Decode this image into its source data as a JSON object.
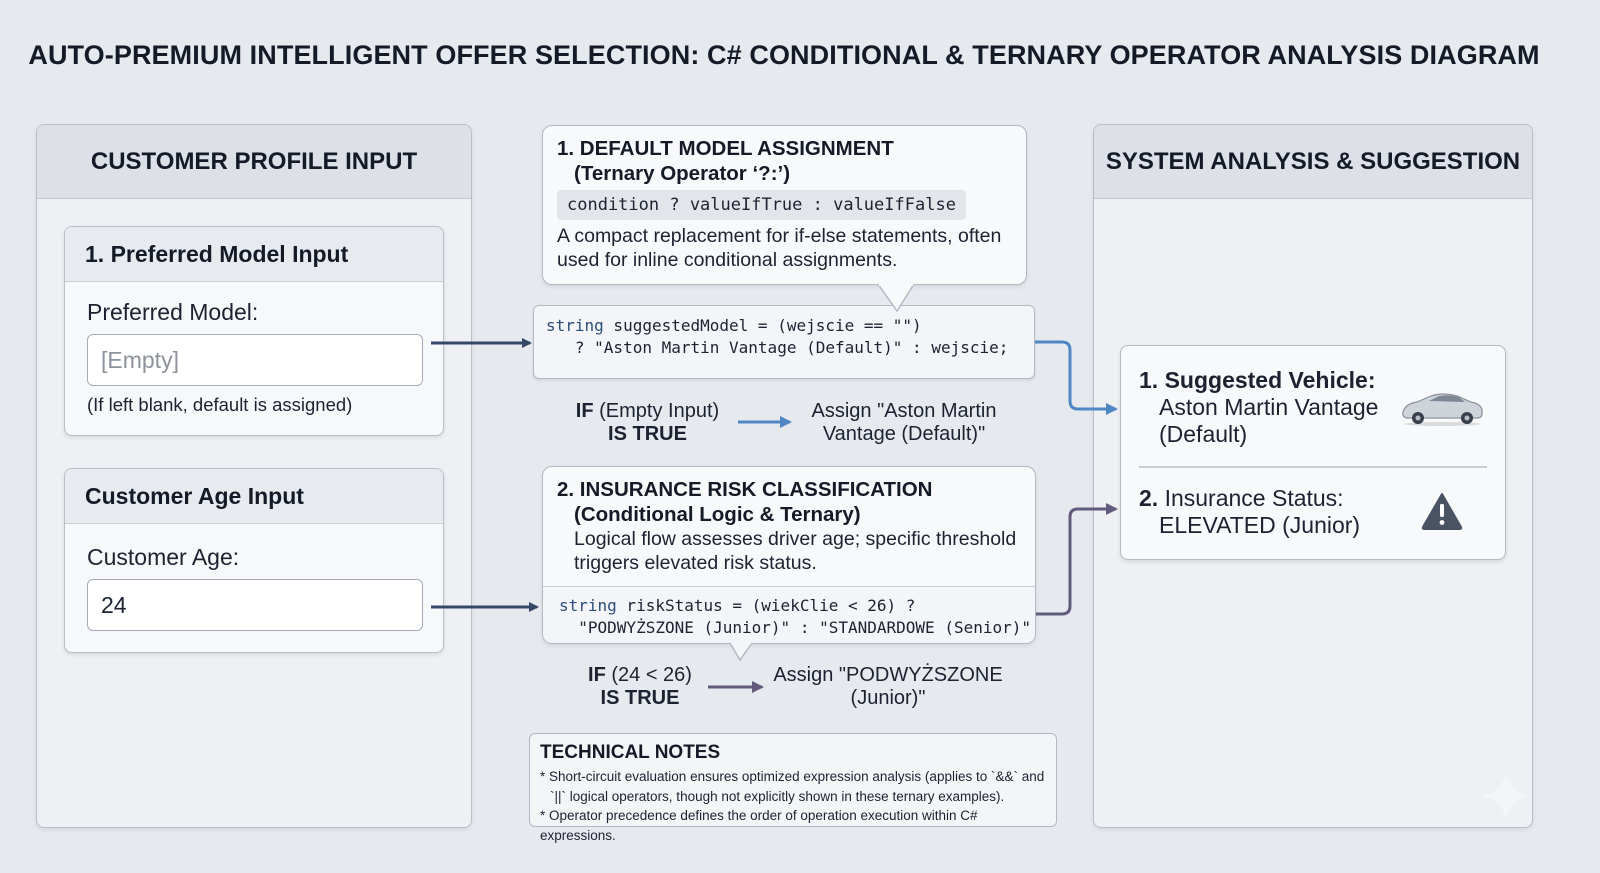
{
  "title": "AUTO-PREMIUM INTELLIGENT OFFER SELECTION: C# CONDITIONAL & TERNARY OPERATOR ANALYSIS DIAGRAM",
  "left_panel": {
    "header": "CUSTOMER PROFILE INPUT",
    "model_card": {
      "title": "1. Preferred Model Input",
      "label": "Preferred Model:",
      "placeholder": "[Empty]",
      "note": "(If left blank, default is assigned)"
    },
    "age_card": {
      "title": "Customer Age Input",
      "label": "Customer Age:",
      "value": "24"
    }
  },
  "middle": {
    "default_model": {
      "title": "1. DEFAULT MODEL ASSIGNMENT",
      "subtitle": "(Ternary Operator ‘?:’)",
      "syntax": "condition ? valueIfTrue : valueIfFalse",
      "desc_line1": "A compact replacement for if-else statements, often",
      "desc_line2": "used for inline conditional assignments.",
      "code_kw": "string",
      "code_line1_rest": " suggestedModel = (wejscie == \"\")",
      "code_line2": "   ? \"Aston Martin Vantage (Default)\" : wejscie;",
      "cond_if": "IF",
      "cond_expr": " (Empty Input)",
      "cond_true": "IS TRUE",
      "result_line1": "Assign \"Aston Martin",
      "result_line2": "Vantage (Default)\""
    },
    "insurance": {
      "title": "2. INSURANCE RISK CLASSIFICATION",
      "subtitle": "(Conditional Logic & Ternary)",
      "desc_line1": "Logical flow assesses driver age; specific threshold",
      "desc_line2": "triggers elevated risk status.",
      "code_kw": "string",
      "code_line1_rest": " riskStatus = (wiekClie < 26) ?",
      "code_line2": "  \"PODWYŻSZONE (Junior)\" : \"STANDARDOWE (Senior)\"",
      "cond_if": "IF",
      "cond_expr": " (24 < 26)",
      "cond_true": "IS TRUE",
      "result_line1": "Assign \"PODWYŻSZONE",
      "result_line2": "(Junior)\""
    },
    "notes": {
      "title": "TECHNICAL NOTES",
      "line1": "* Short-circuit evaluation ensures optimized expression analysis (applies to `&&` and",
      "line2": "`||` logical operators, though not explicitly shown in these ternary examples).",
      "line3": "* Operator precedence defines the order of operation execution within C# expressions."
    }
  },
  "right_panel": {
    "header": "SYSTEM ANALYSIS & SUGGESTION",
    "vehicle_num": "1.",
    "vehicle_label": "Suggested Vehicle:",
    "vehicle_line1": "Aston Martin Vantage",
    "vehicle_line2": "(Default)",
    "insurance_num": "2.",
    "insurance_label": "Insurance Status:",
    "insurance_value": "ELEVATED (Junior)"
  },
  "icons": [
    "car-icon",
    "warning-icon",
    "sparkle-icon"
  ],
  "colors": {
    "arrow_dark": "#35486a",
    "arrow_blue": "#4f87c4",
    "arrow_purple": "#625a7c",
    "warning": "#4a5364"
  }
}
